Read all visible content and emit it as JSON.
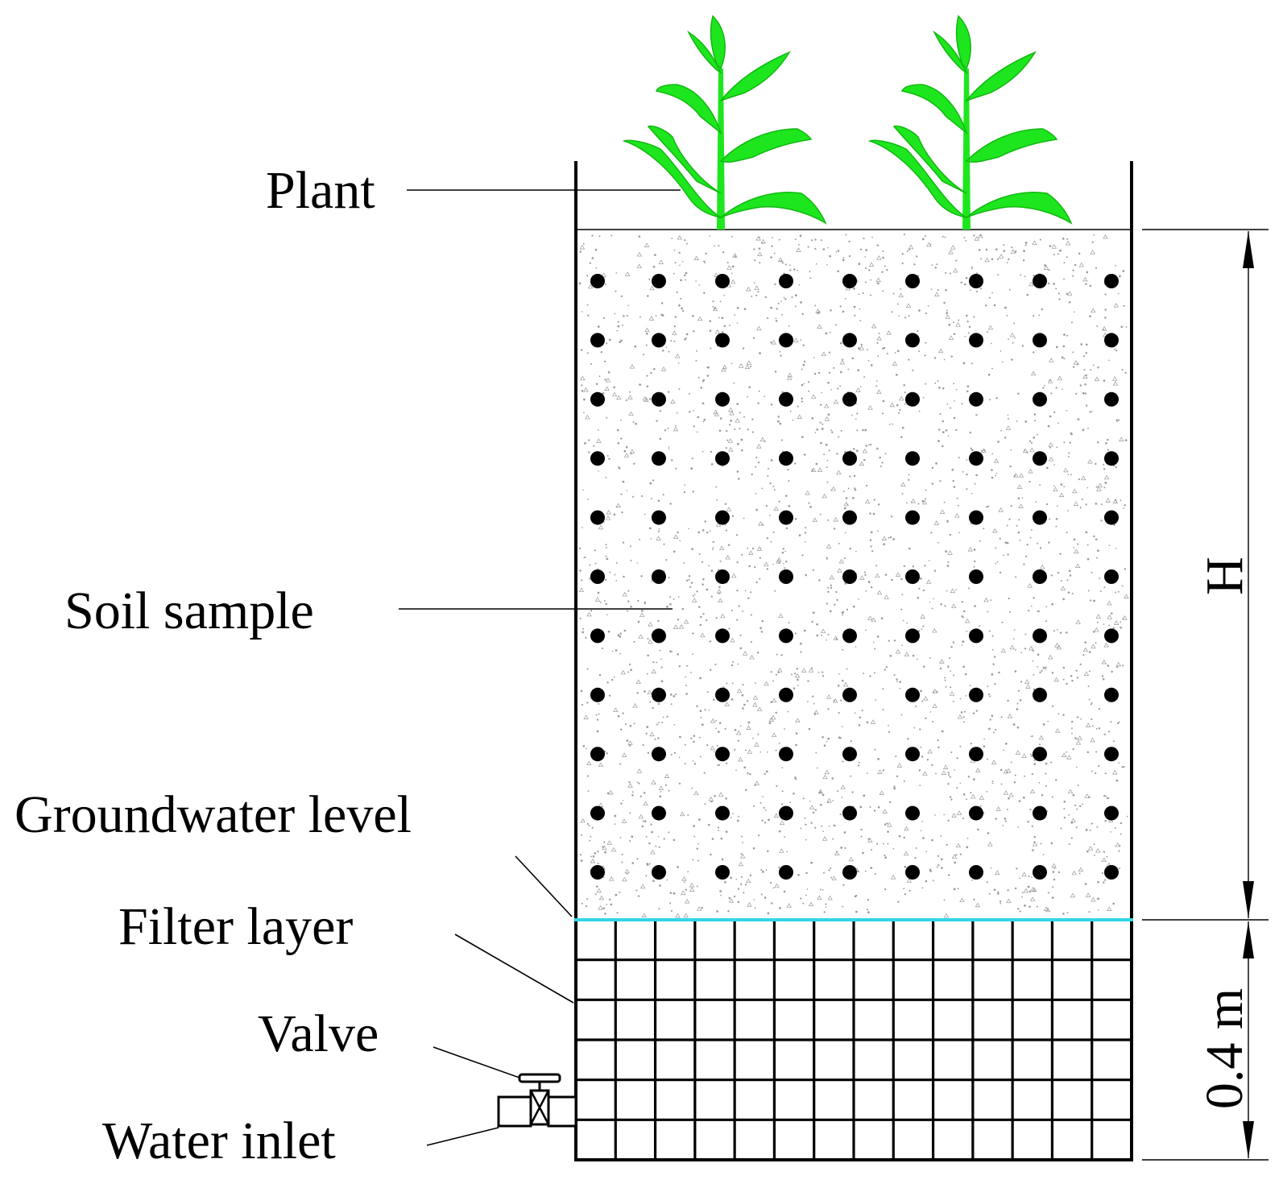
{
  "labels": {
    "plant": "Plant",
    "soil_sample": "Soil sample",
    "groundwater_level": "Groundwater level",
    "filter_layer": "Filter layer",
    "valve": "Valve",
    "water_inlet": "Water inlet"
  },
  "dimensions": {
    "soil_height": "H",
    "filter_height": "0.4 m"
  },
  "colors": {
    "plant_green": "#1ee61e",
    "groundwater_line": "#33d6e8",
    "soil_speckle": "#9a9a9a",
    "line": "#000000"
  },
  "sensor_grid": {
    "rows": 11,
    "columns": 9
  },
  "filter_grid": {
    "rows": 6,
    "columns": 14
  },
  "plants": {
    "count": 2,
    "icon": "plant-icon"
  }
}
